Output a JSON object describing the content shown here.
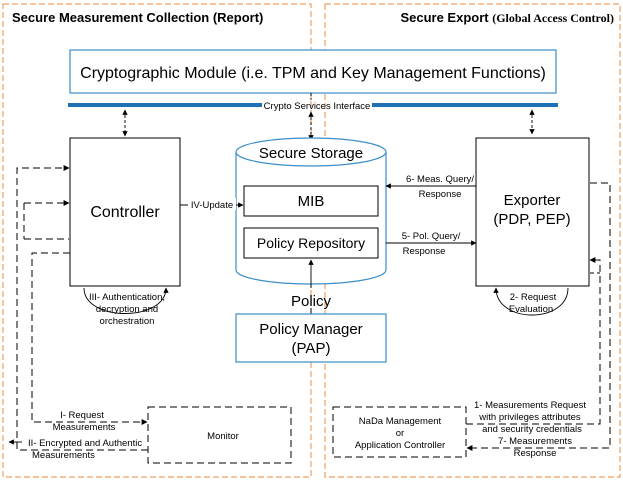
{
  "colors": {
    "region_border": "#f0a060",
    "module_border": "#3b8ec9",
    "bus": "#1f6fb5",
    "box_border": "#000000",
    "storage_border": "#3b8ec9"
  },
  "regions": {
    "left_title": "Secure Measurement Collection (Report)",
    "right_title_main": "Secure Export ",
    "right_title_sub": "(Global Access Control)"
  },
  "crypto_module": "Cryptographic Module (i.e. TPM and Key Management Functions)",
  "crypto_interface": "Crypto Services Interface",
  "controller": "Controller",
  "storage": {
    "title": "Secure Storage",
    "mib": "MIB",
    "policy_repo": "Policy Repository"
  },
  "exporter": {
    "line1": "Exporter",
    "line2": "(PDP, PEP)"
  },
  "policy_label": "Policy",
  "policy_manager": {
    "line1": "Policy Manager",
    "line2": "(PAP)"
  },
  "monitor": "Monitor",
  "nada": {
    "line1": "NaDa Management",
    "line2": "or",
    "line3": "Application Controller"
  },
  "labels": {
    "iv_update": "IV-Update",
    "meas_query_1": "6- Meas. Query/",
    "meas_query_2": "Response",
    "pol_query_1": "5- Pol. Query/",
    "pol_query_2": "Response",
    "auth_1": "III- Authentication,",
    "auth_2": "decryption and",
    "auth_3": "orchestration",
    "req_eval_1": "2- Request",
    "req_eval_2": "Evaluation",
    "req_meas_1": "I- Request",
    "req_meas_2": "Measurements",
    "enc_meas_1": "II- Encrypted and Authentic",
    "enc_meas_2": "Measurements",
    "meas_req_1": "1- Measurements Request",
    "meas_req_2": "with privileges attributes",
    "meas_req_3": "and security credentials",
    "meas_resp_1": "7- Measurements",
    "meas_resp_2": "Response"
  }
}
